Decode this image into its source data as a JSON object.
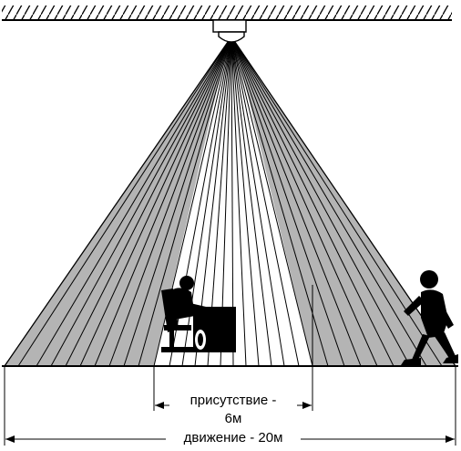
{
  "colors": {
    "beam_fill": "#b4b4b4",
    "line": "#000000",
    "background": "#ffffff"
  },
  "icons": {
    "sensor": "ceiling-sensor-icon",
    "seated_person": "seated-person-at-desk-icon",
    "walking_person": "walking-person-icon"
  },
  "labels": {
    "presence_line1": "присутствие -",
    "presence_line2": "6м",
    "motion": "движение - 20м"
  }
}
